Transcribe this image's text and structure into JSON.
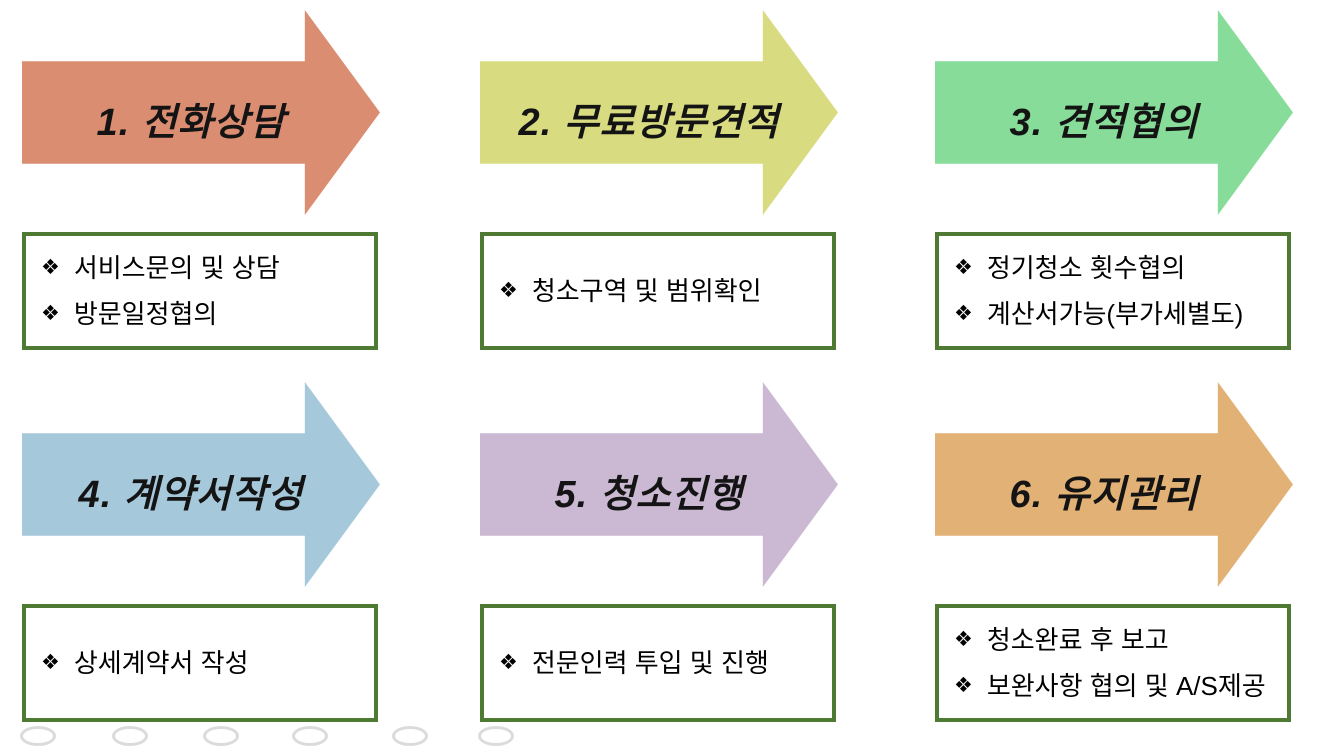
{
  "diagram": {
    "background": "#ffffff",
    "box_border_color": "#4E7A33",
    "bullet_char": "❖",
    "steps": [
      {
        "title": "1. 전화상담",
        "arrow_color": "#DB8D72",
        "bullets": [
          "서비스문의 및 상담",
          "방문일정협의"
        ]
      },
      {
        "title": "2. 무료방문견적",
        "arrow_color": "#D8DB80",
        "bullets": [
          "청소구역 및 범위확인"
        ]
      },
      {
        "title": "3. 견적협의",
        "arrow_color": "#86DC98",
        "bullets": [
          "정기청소 횟수협의",
          "계산서가능(부가세별도)"
        ]
      },
      {
        "title": "4. 계약서작성",
        "arrow_color": "#A6C8DB",
        "bullets": [
          "상세계약서 작성"
        ]
      },
      {
        "title": "5. 청소진행",
        "arrow_color": "#CBB8D2",
        "bullets": [
          "전문인력 투입 및 진행"
        ]
      },
      {
        "title": "6. 유지관리",
        "arrow_color": "#E1B175",
        "bullets": [
          "청소완료 후 보고",
          "보완사항 협의 및 A/S제공"
        ]
      }
    ]
  }
}
